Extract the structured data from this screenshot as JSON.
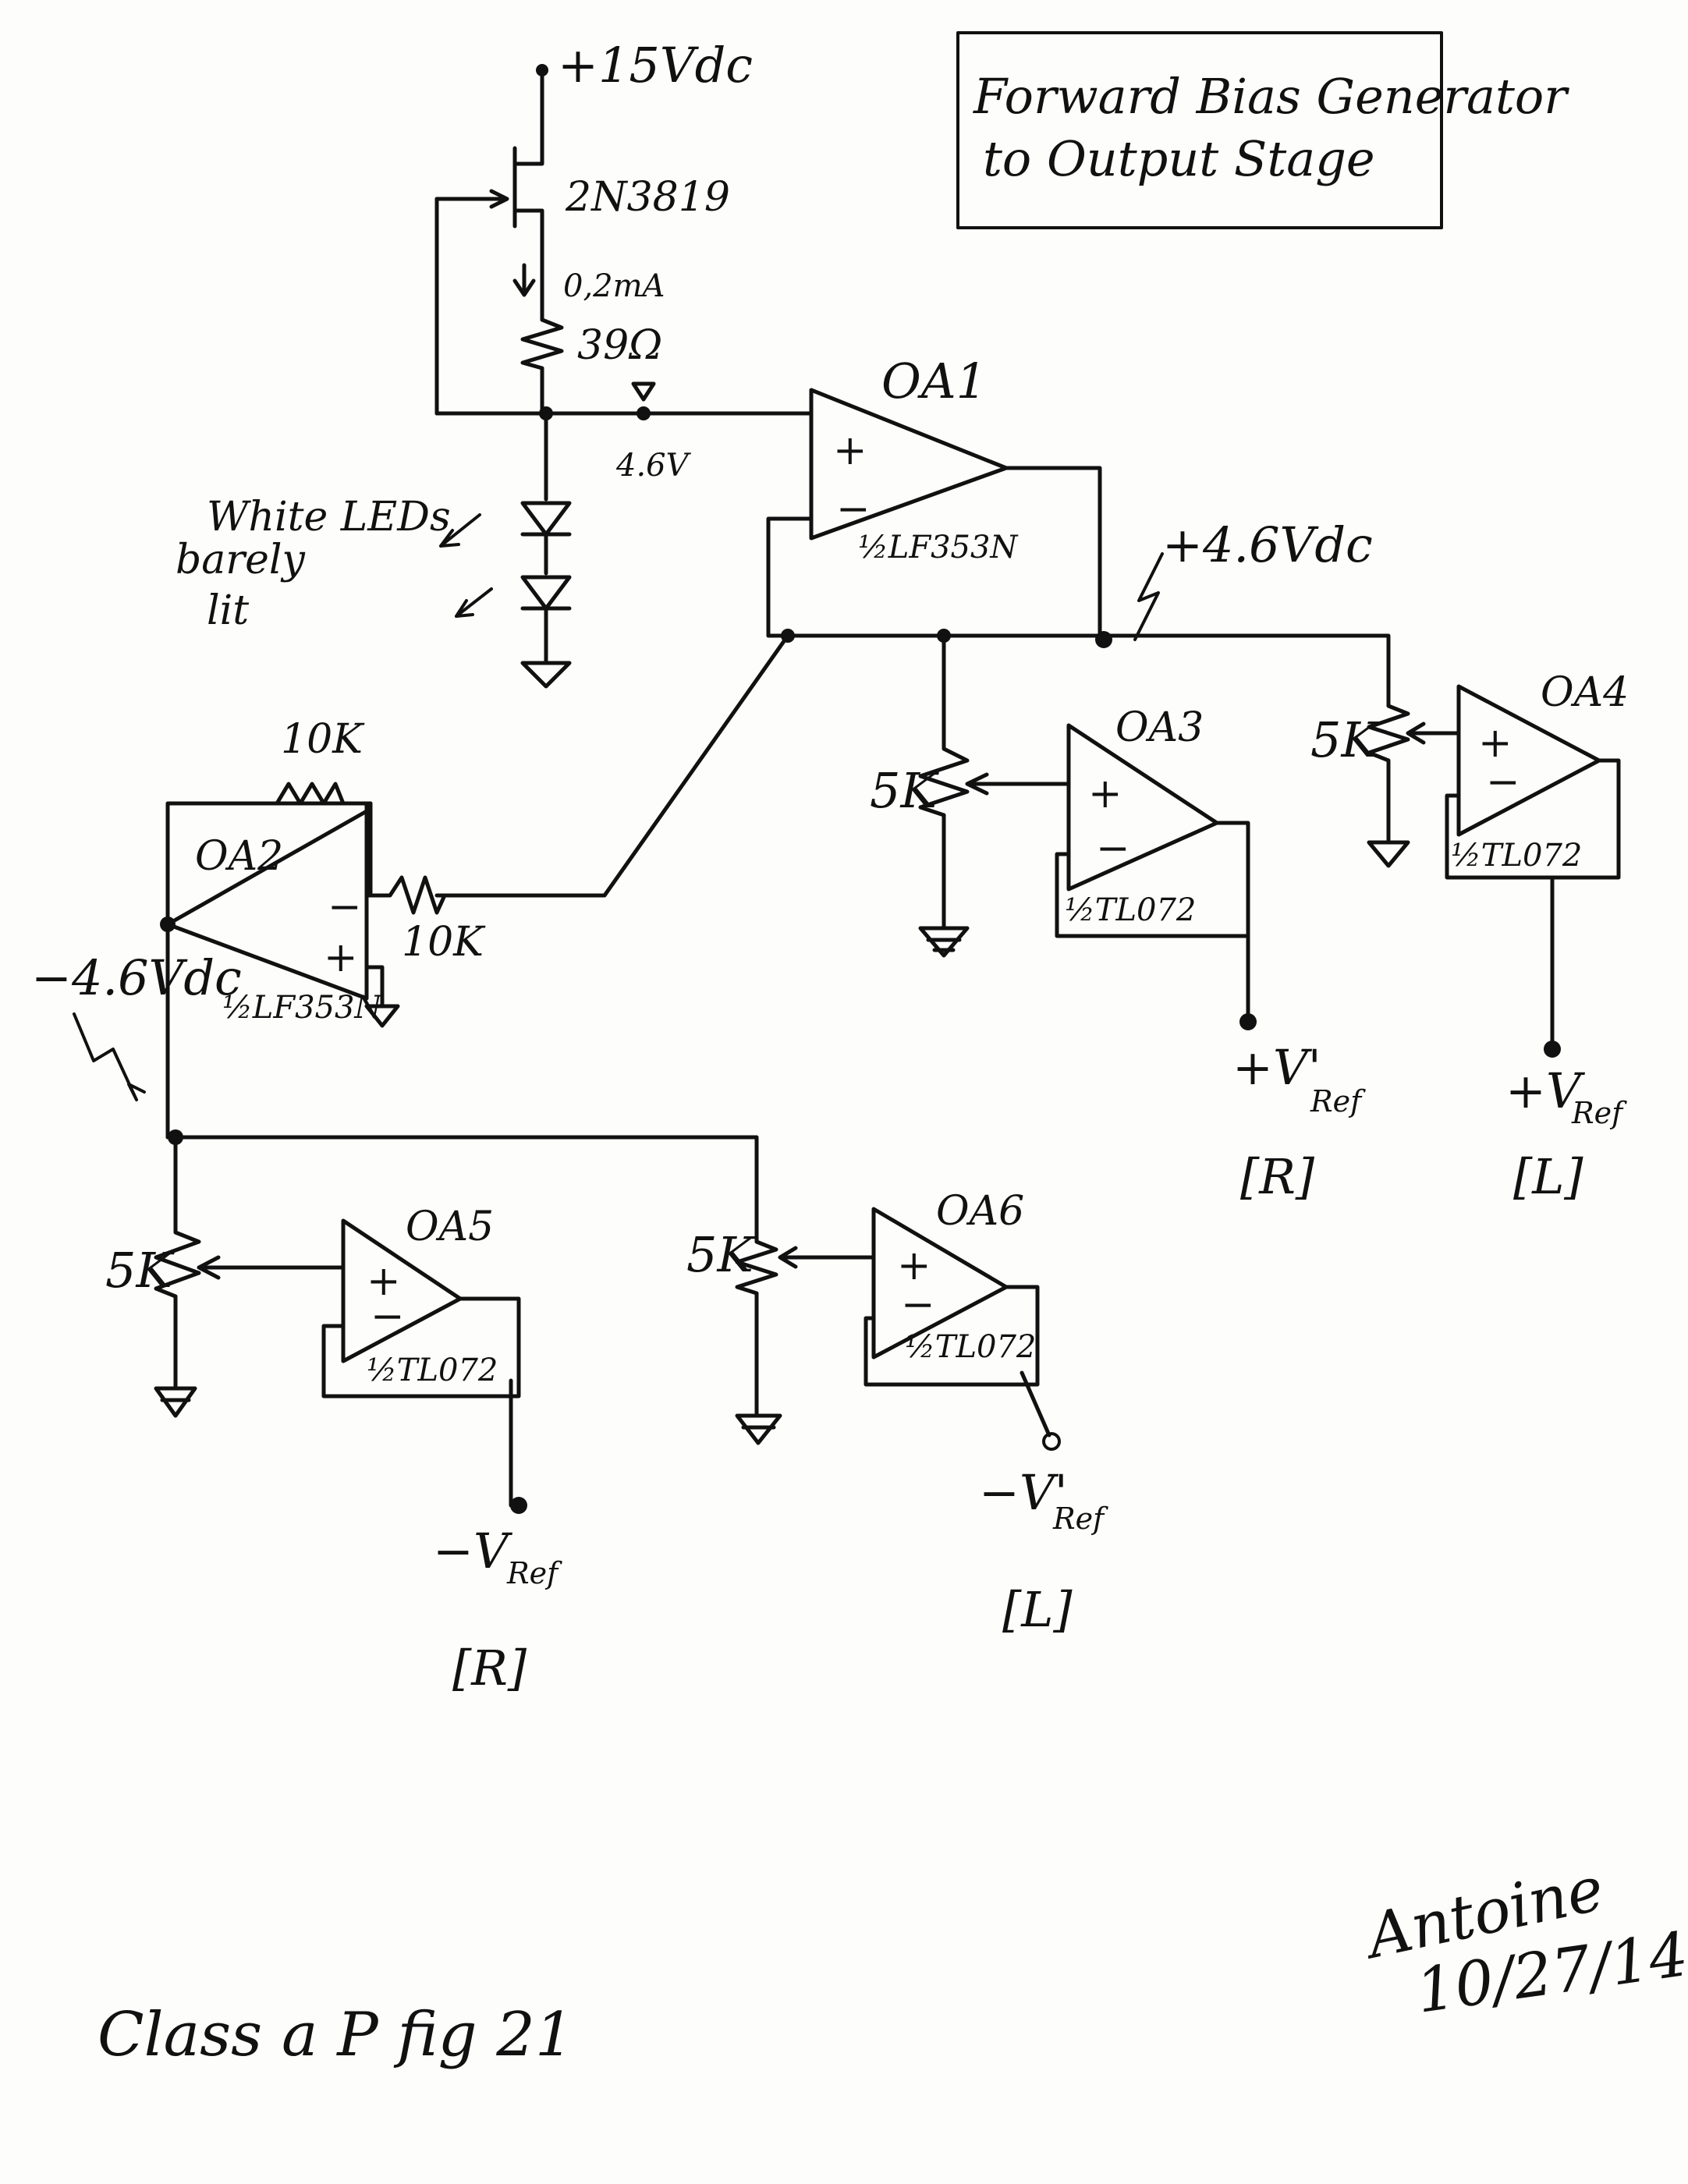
{
  "title_line1": "Forward Bias Generator",
  "title_line2": "to Output Stage",
  "supply": "+15Vdc",
  "jfet": "2N3819",
  "current": "0,2mA",
  "resistor_top": "39Ω",
  "node_voltage": "4.6V",
  "led_note_1": "White LEDs",
  "led_note_2": "barely",
  "led_note_3": "lit",
  "oa1": "OA1",
  "oa1_part": "½LF353N",
  "pos_rail": "+4.6Vdc",
  "oa2": "OA2",
  "oa2_part": "½LF353N",
  "neg_rail": "−4.6Vdc",
  "r_feedback": "10K",
  "r_input": "10K",
  "oa3": "OA3",
  "oa3_part": "½TL072",
  "oa3_pot": "5K",
  "oa3_out_v": "+V'",
  "oa3_out_sub": "Ref",
  "oa3_out_ch": "[R]",
  "oa4": "OA4",
  "oa4_part": "½TL072",
  "oa4_pot": "5K",
  "oa4_out_v": "+V",
  "oa4_out_sub": "Ref",
  "oa4_out_ch": "[L]",
  "oa5": "OA5",
  "oa5_part": "½TL072",
  "oa5_pot": "5K",
  "oa5_out_v": "−V",
  "oa5_out_sub": "Ref",
  "oa5_out_ch": "[R]",
  "oa6": "OA6",
  "oa6_part": "½TL072",
  "oa6_pot": "5K",
  "oa6_out_v": "−V'",
  "oa6_out_sub": "Ref",
  "oa6_out_ch": "[L]",
  "plus": "+",
  "minus": "−",
  "footer_left": "Class a P fig 21",
  "signature": "Antoine",
  "date": "10/27/14"
}
